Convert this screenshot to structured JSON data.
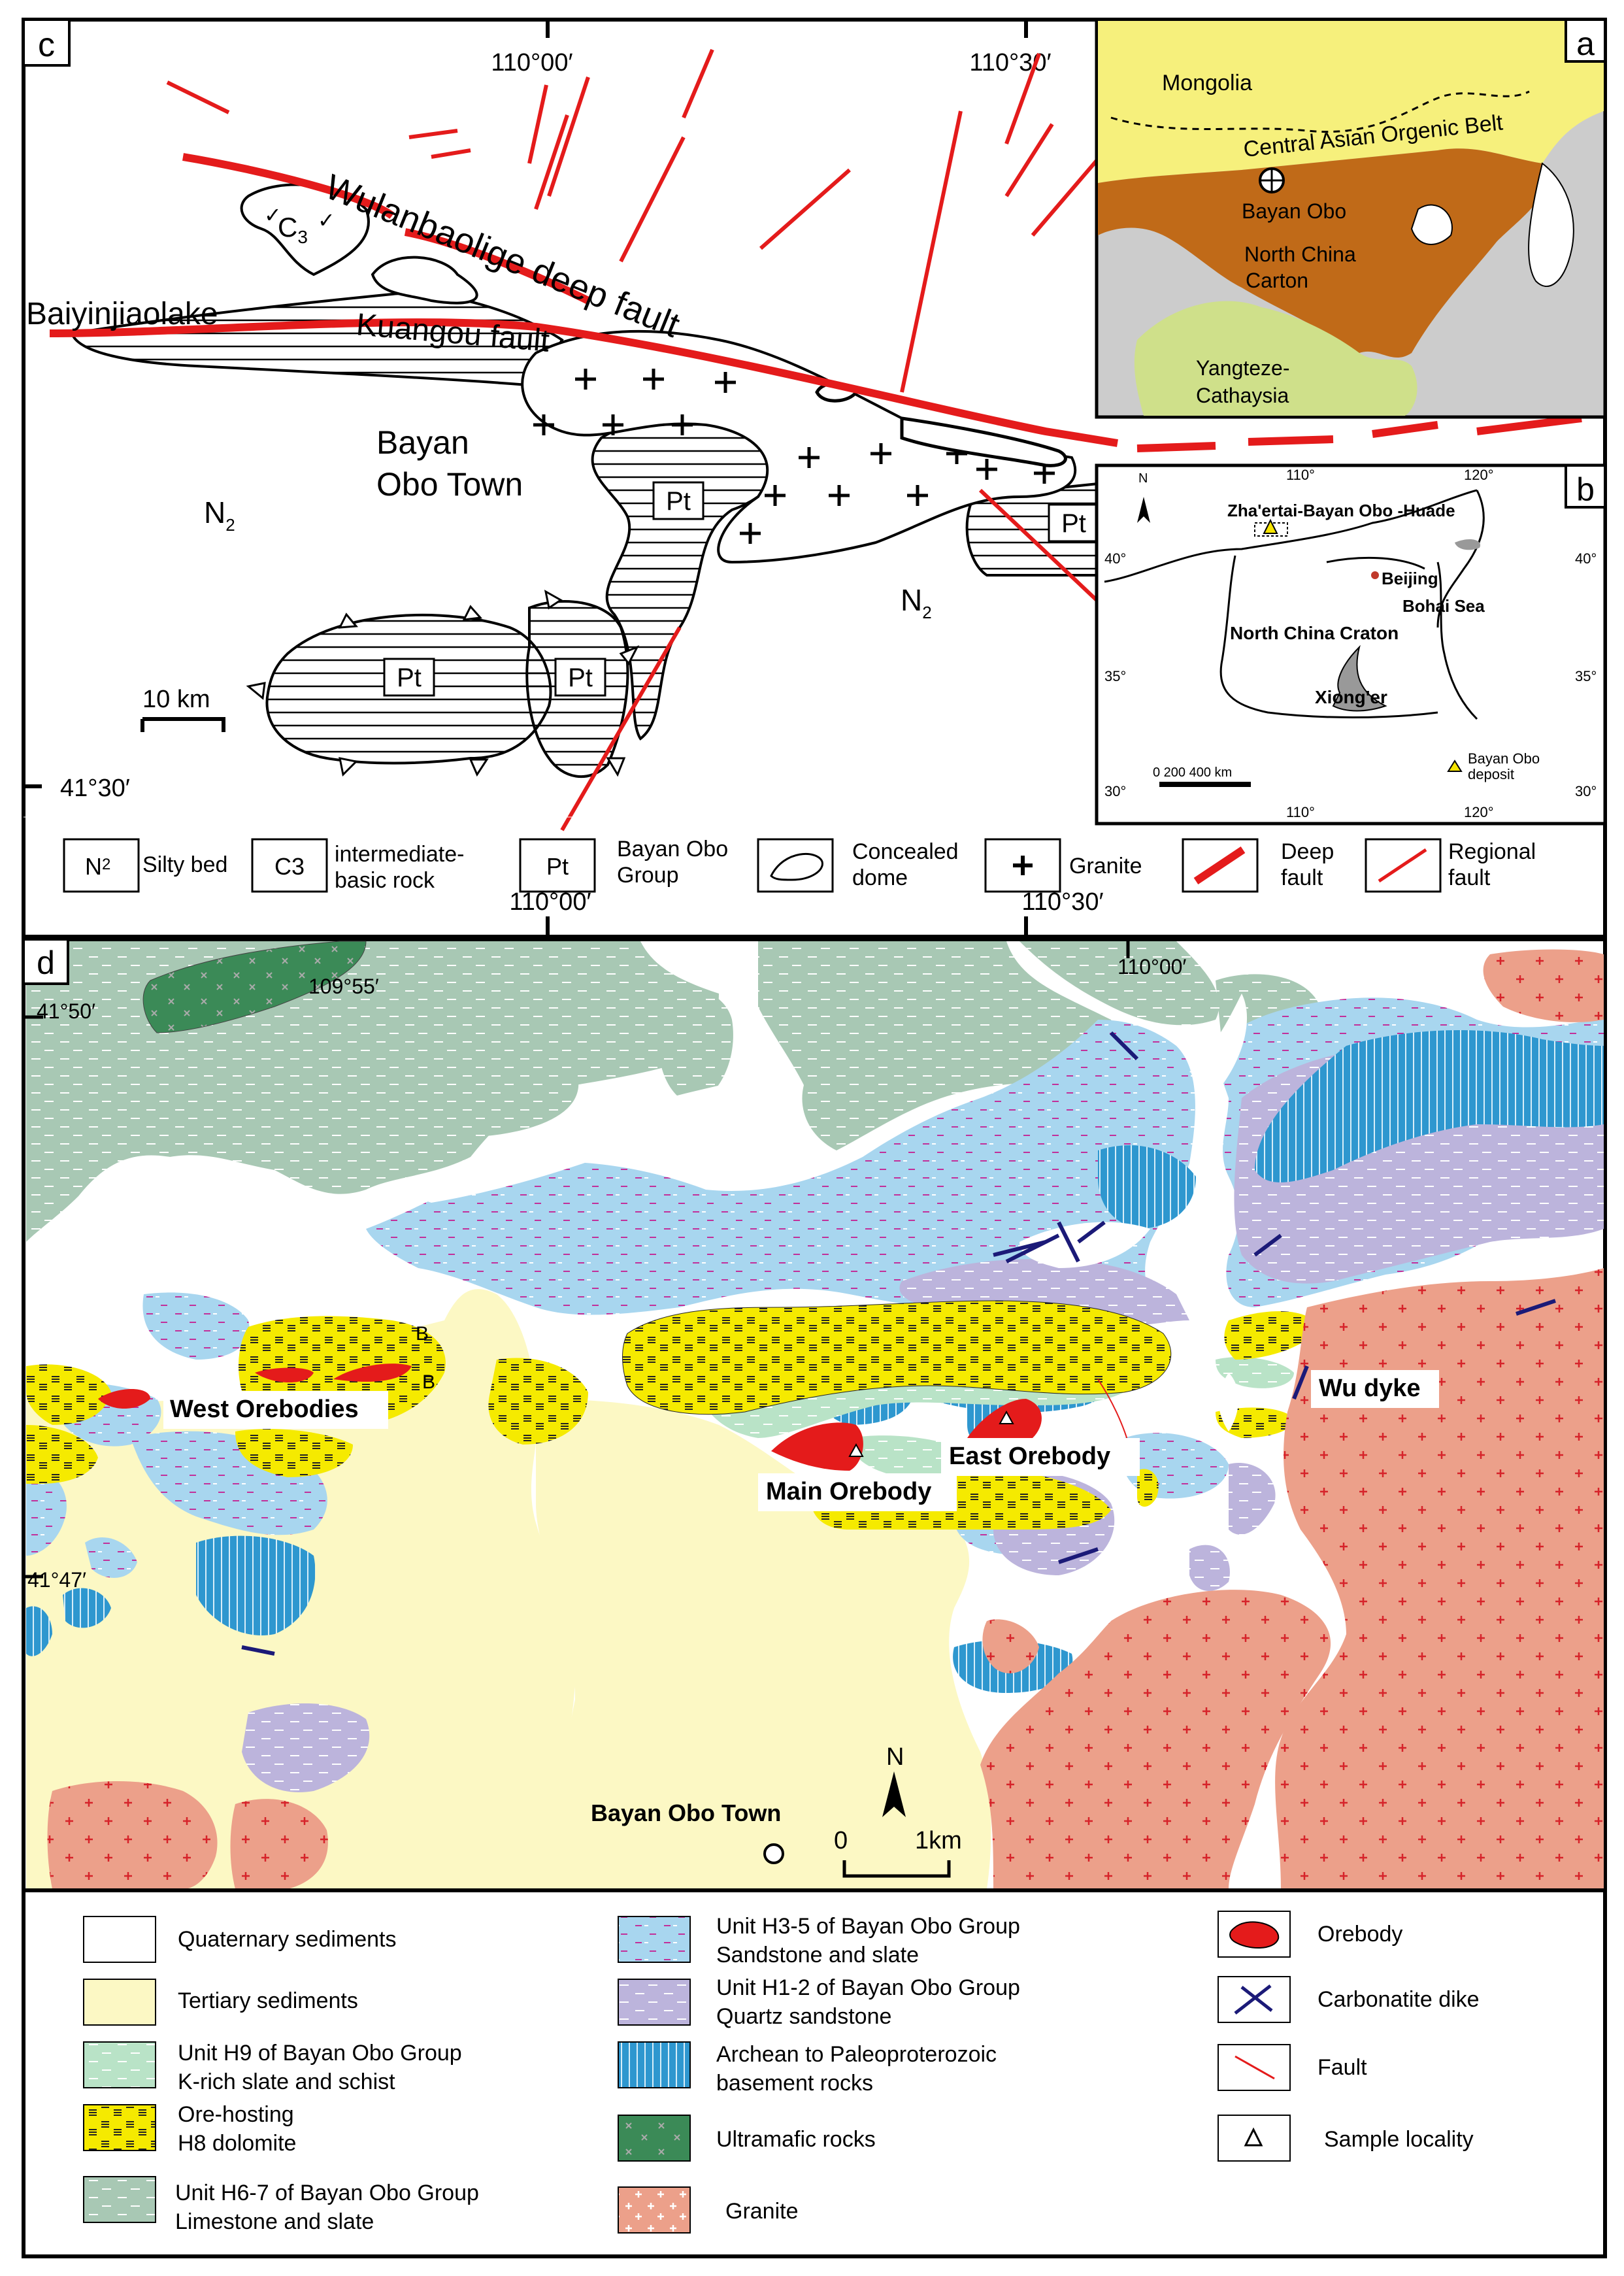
{
  "panel_c": {
    "letter": "c",
    "lon_labels": [
      "110°00′",
      "110°30′"
    ],
    "lat_label": "41°30′",
    "fault_labels": [
      "Wulanbaolige deep fault",
      "Kuangou fault",
      "Baiyinjiaolake"
    ],
    "town_label_1": "Bayan",
    "town_label_2": "Obo Town",
    "unit_labels": {
      "n2": "N",
      "n2_sub": "2",
      "pt": "Pt",
      "c3": "C",
      "c3_sub": "3"
    },
    "scale_label": "10 km",
    "legend": [
      {
        "sym": "N2",
        "sym_sub": "2",
        "text1": "Silty bed",
        "text2": ""
      },
      {
        "sym": "C3",
        "text1": "intermediate-",
        "text2": "basic rock"
      },
      {
        "sym": "Pt",
        "text1": "Bayan Obo",
        "text2": "Group"
      },
      {
        "sym": "",
        "text1": "Concealed",
        "text2": "dome"
      },
      {
        "sym": "+",
        "text1": "Granite",
        "text2": ""
      },
      {
        "sym": "",
        "text1": "Deep",
        "text2": "fault"
      },
      {
        "sym": "",
        "text1": "Regional",
        "text2": "fault"
      }
    ],
    "bottom_lon_labels": [
      "110°00′",
      "110°30′"
    ]
  },
  "panel_a": {
    "letter": "a",
    "labels": [
      "Mongolia",
      "Central Asian Orgenic Belt",
      "Bayan Obo",
      "North China",
      "Carton",
      "Yangteze-",
      "Cathaysia"
    ],
    "colors": {
      "mongolia": "#f6f07c",
      "north_china": "#c06a18",
      "yangtze": "#cfe08a",
      "other": "#cccccc"
    }
  },
  "panel_b": {
    "letter": "b",
    "top_lon": [
      "110°",
      "120°"
    ],
    "bottom_lon": [
      "110°",
      "120°"
    ],
    "lat": [
      "40°",
      "35°",
      "30°"
    ],
    "lat_right": [
      "40°",
      "35°",
      "30°"
    ],
    "labels": [
      "Zha'ertai-Bayan Obo -Huade",
      "Beijing",
      "Bohai Sea",
      "North China Craton",
      "Xiong'er"
    ],
    "scale": "0  200  400 km",
    "legend_1": "Bayan Obo",
    "legend_2": "deposit",
    "north": "N"
  },
  "panel_d": {
    "letter": "d",
    "coords": {
      "lon_1": "109°55′",
      "lon_2": "110°00′",
      "lat_1": "41°50′",
      "lat_2": "41°47′"
    },
    "labels": {
      "west": "West Orebodies",
      "main": "Main Orebody",
      "east": "East Orebody",
      "wu": "Wu dyke",
      "town": "Bayan Obo Town",
      "b1": "B",
      "b2": "B"
    },
    "north": "N",
    "scale_0": "0",
    "scale_1": "1km",
    "colors": {
      "tertiary": "#fcf8c4",
      "h9": "#b9e3c7",
      "h8": "#f5ea00",
      "h67": "#a8c8b4",
      "h35": "#a8d6ef",
      "h12": "#bcb4dc",
      "archean": "#2e97cf",
      "ultramafic": "#3b8a57",
      "granite": "#eca08a",
      "orebody": "#e41b1b",
      "dike": "#1b1a78",
      "fault": "#e41b1b"
    }
  },
  "legend_d": [
    {
      "id": "quaternary",
      "line1": "Quaternary sediments",
      "line2": ""
    },
    {
      "id": "tertiary",
      "line1": "Tertiary sediments",
      "line2": ""
    },
    {
      "id": "h9",
      "line1": "Unit H9 of Bayan Obo Group",
      "line2": "K-rich slate and schist"
    },
    {
      "id": "h8",
      "line1": "Ore-hosting",
      "line2": "H8 dolomite"
    },
    {
      "id": "h67",
      "line1": "Unit H6-7 of Bayan Obo Group",
      "line2": "Limestone and slate"
    },
    {
      "id": "h35",
      "line1": "Unit H3-5 of Bayan Obo Group",
      "line2": "Sandstone and slate"
    },
    {
      "id": "h12",
      "line1": "Unit H1-2 of Bayan Obo Group",
      "line2": "Quartz sandstone"
    },
    {
      "id": "archean",
      "line1": "Archean to Paleoproterozoic",
      "line2": "basement rocks"
    },
    {
      "id": "ultramafic",
      "line1": "Ultramafic rocks",
      "line2": ""
    },
    {
      "id": "granite",
      "line1": "Granite",
      "line2": ""
    },
    {
      "id": "orebody",
      "line1": "Orebody",
      "line2": ""
    },
    {
      "id": "dike",
      "line1": "Carbonatite dike",
      "line2": ""
    },
    {
      "id": "fault",
      "line1": "Fault",
      "line2": ""
    },
    {
      "id": "sample",
      "line1": "Sample locality",
      "line2": ""
    }
  ]
}
